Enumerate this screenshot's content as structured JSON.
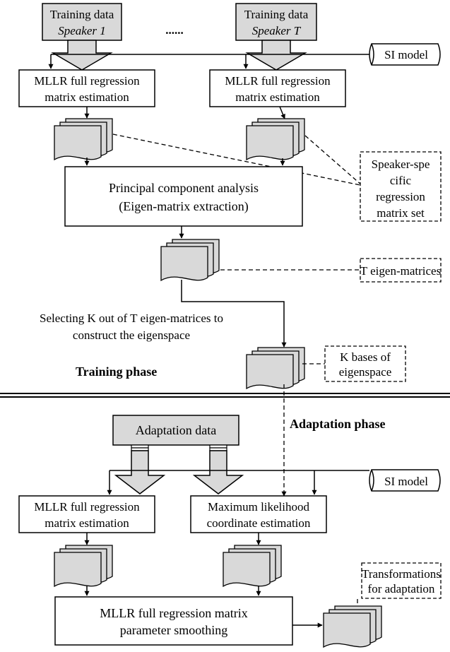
{
  "training": {
    "speaker1": {
      "line1": "Training data",
      "line2": "Speaker 1"
    },
    "dots": "......",
    "speakerT": {
      "line1": "Training data",
      "line2": "Speaker T"
    },
    "si_model": "SI model",
    "mllr1": {
      "line1": "MLLR full regression",
      "line2": "matrix estimation"
    },
    "mllrT": {
      "line1": "MLLR full regression",
      "line2": "matrix estimation"
    },
    "pca": {
      "line1": "Principal component analysis",
      "line2": "(Eigen-matrix extraction)"
    },
    "speaker_specific": {
      "line1": "Speaker-spe",
      "line2": "cific",
      "line3": "regression",
      "line4": "matrix set"
    },
    "eigen_matrices": "T eigen-matrices",
    "selecting": {
      "line1": "Selecting K out of T eigen-matrices to",
      "line2": "construct the eigenspace"
    },
    "k_bases": {
      "line1": "K bases of",
      "line2": "eigenspace"
    },
    "phase_label": "Training phase"
  },
  "adaptation": {
    "phase_label": "Adaptation phase",
    "data": "Adaptation data",
    "si_model": "SI model",
    "mllr": {
      "line1": "MLLR full regression",
      "line2": "matrix estimation"
    },
    "ml": {
      "line1": "Maximum likelihood",
      "line2": "coordinate estimation"
    },
    "transformations": {
      "line1": "Transformations",
      "line2": "for adaptation"
    },
    "smoothing": {
      "line1": "MLLR full regression matrix",
      "line2": "parameter smoothing"
    }
  }
}
